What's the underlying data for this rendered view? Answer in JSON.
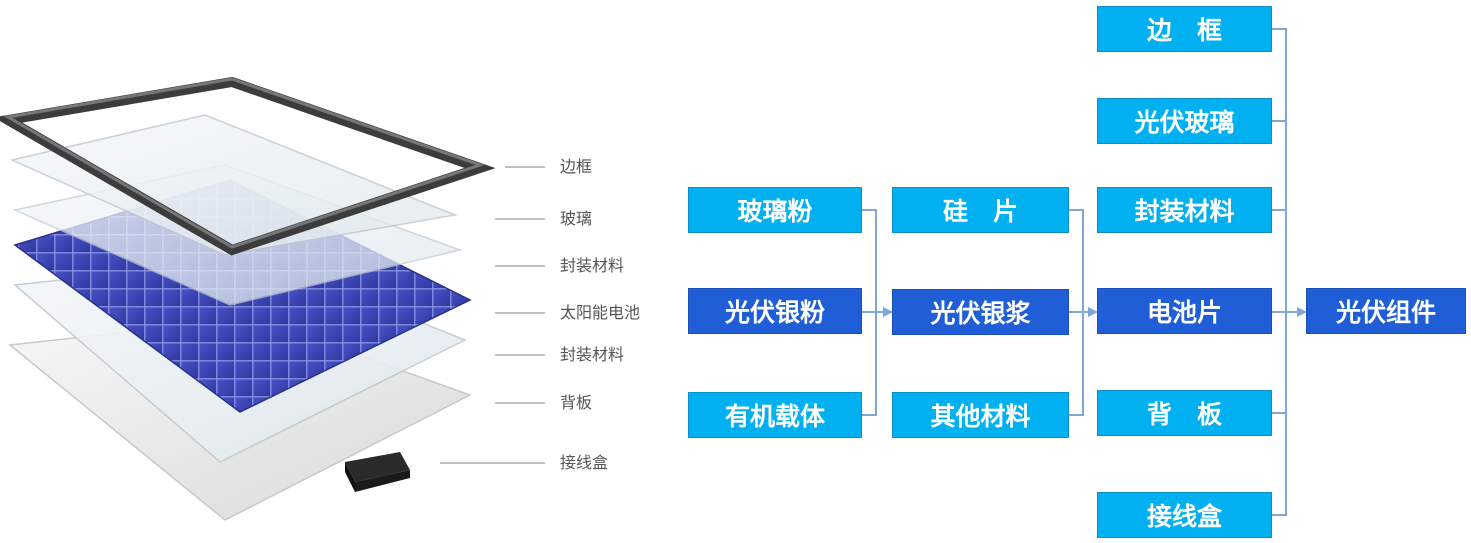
{
  "illustration": {
    "layers": [
      "边框",
      "玻璃",
      "封装材料",
      "太阳能电池",
      "封装材料",
      "背板",
      "接线盒"
    ]
  },
  "flow": {
    "col1": [
      "玻璃粉",
      "光伏银粉",
      "有机载体"
    ],
    "col2": [
      "硅　片",
      "光伏银浆",
      "其他材料"
    ],
    "col3": [
      "边　框",
      "光伏玻璃",
      "封装材料",
      "电池片",
      "背　板",
      "接线盒"
    ],
    "output": "光伏组件"
  },
  "colors": {
    "light_box": "#00b0f0",
    "dark_box": "#1f5ed6",
    "connector": "#7ea6d6",
    "cell_blue": "#3a45b8"
  }
}
